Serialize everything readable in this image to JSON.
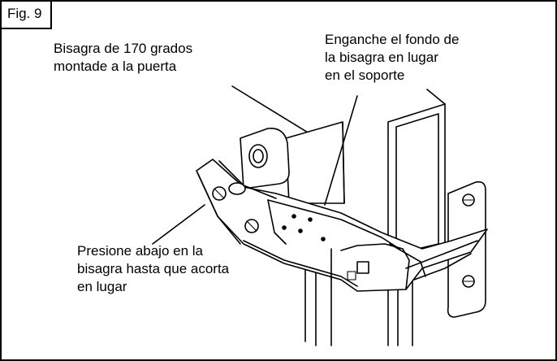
{
  "figure": {
    "label": "Fig. 9"
  },
  "callouts": {
    "hinge_170": "Bisagra de 170 grados\nmontade a la puerta",
    "engage_bottom": "Enganche el fondo de\nla bisagra en lugar\nen el soporte",
    "press_down": "Presione abajo en la\nbisagra hasta que acorta\nen lugar"
  }
}
